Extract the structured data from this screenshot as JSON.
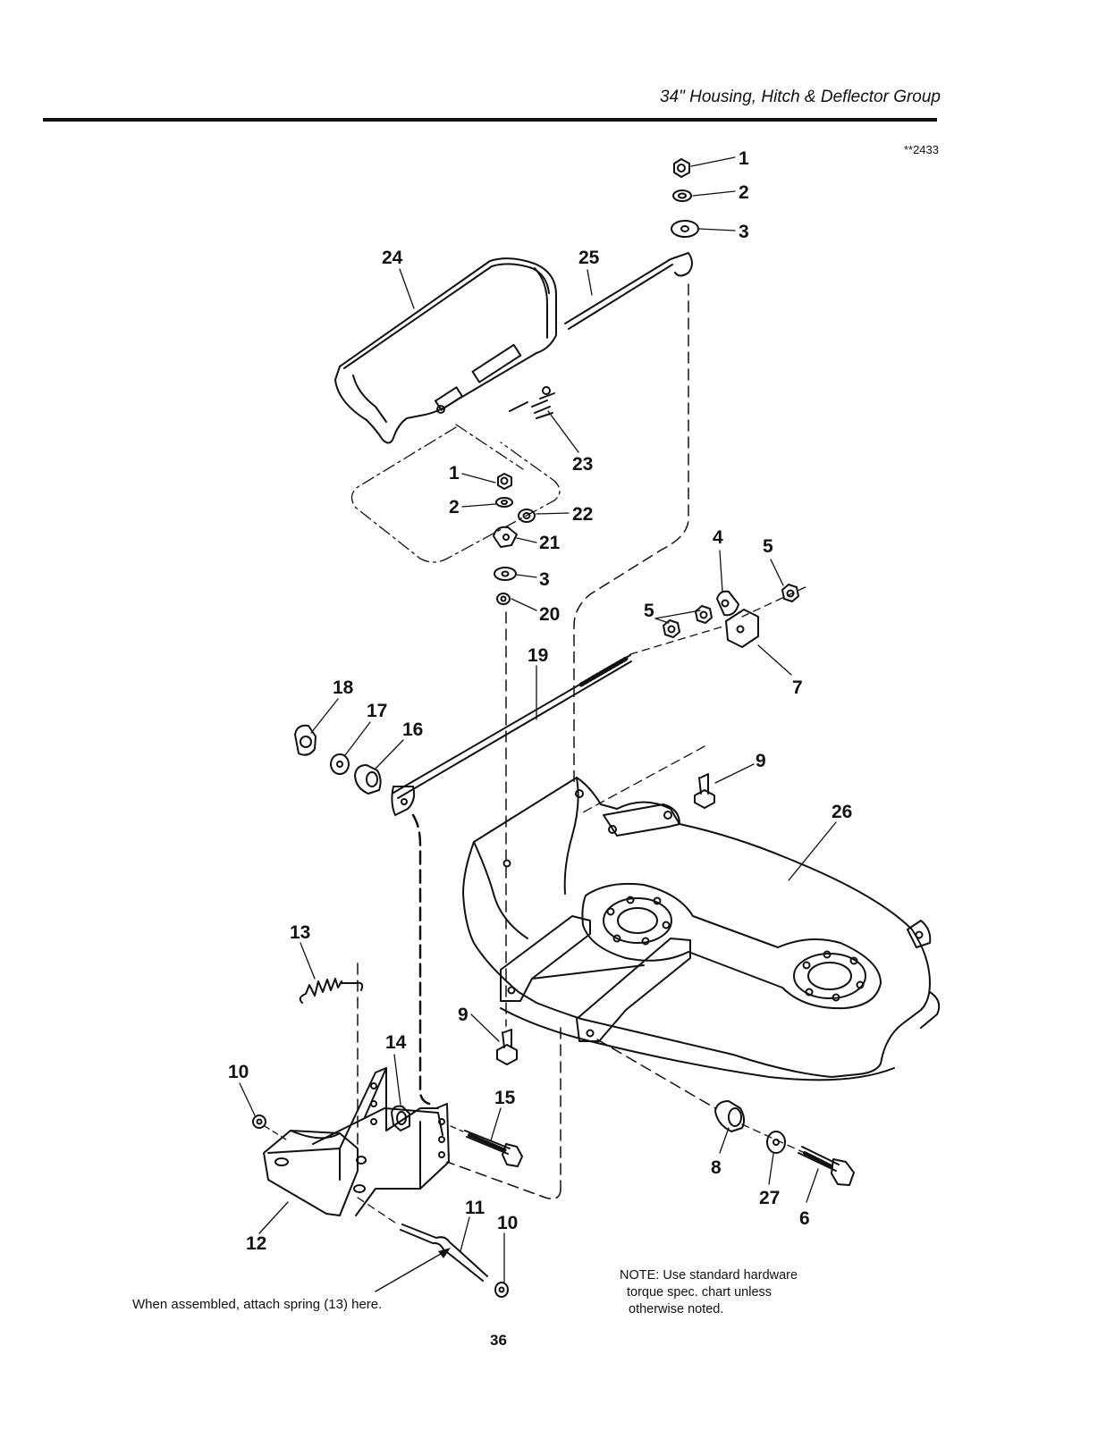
{
  "header": {
    "title": "34\" Housing, Hitch & Deflector Group"
  },
  "figure_id": "**2433",
  "callouts": [
    "1",
    "2",
    "3",
    "24",
    "25",
    "23",
    "1",
    "2",
    "22",
    "21",
    "3",
    "20",
    "4",
    "5",
    "5",
    "7",
    "19",
    "18",
    "17",
    "16",
    "9",
    "26",
    "13",
    "9",
    "14",
    "10",
    "15",
    "8",
    "27",
    "6",
    "11",
    "10",
    "12"
  ],
  "footnote": "When assembled, attach spring (13) here.",
  "note": {
    "label": "NOTE:",
    "line1": "Use standard hardware",
    "line2": "torque spec. chart unless",
    "line3": "otherwise noted."
  },
  "page_number": "36"
}
